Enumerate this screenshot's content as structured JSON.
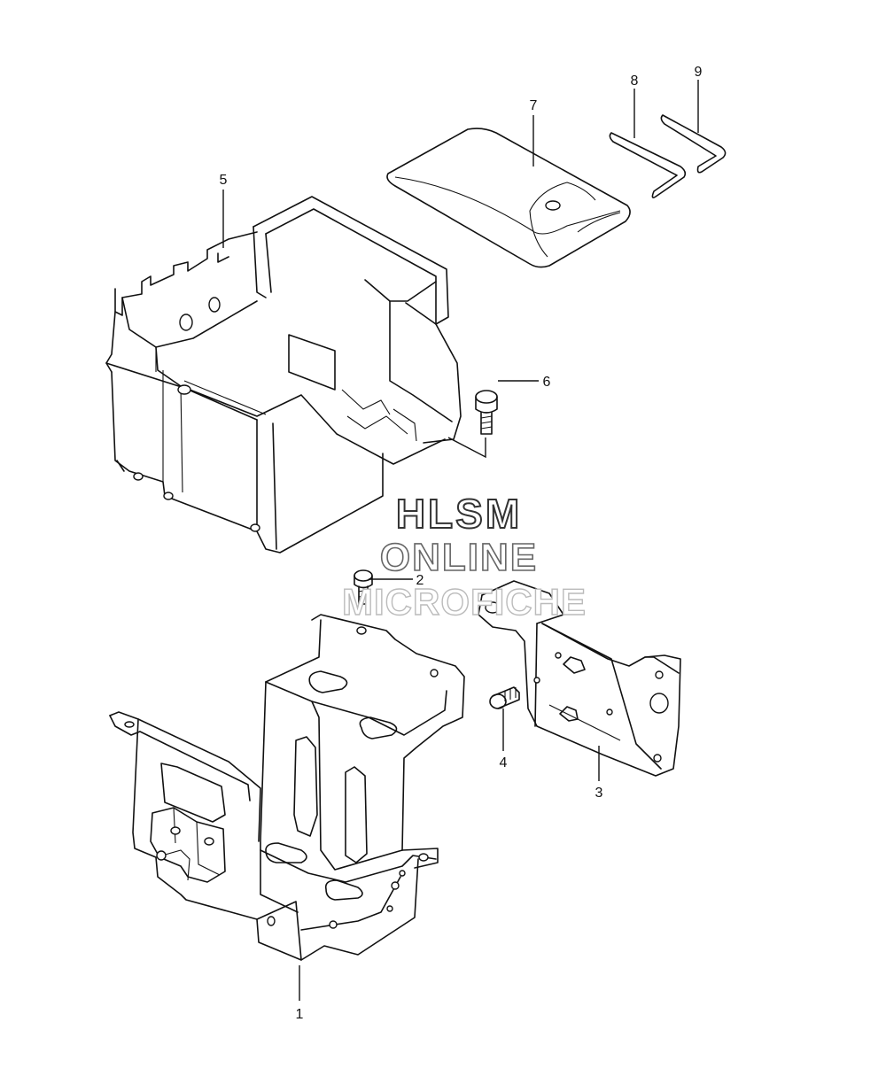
{
  "watermark": {
    "line1": "HLSM",
    "line2": "ONLINE",
    "line3": "MICROFICHE"
  },
  "callouts": {
    "p1": "1",
    "p2": "2",
    "p3": "3",
    "p4": "4",
    "p5": "5",
    "p6": "6",
    "p7": "7",
    "p8": "8",
    "p9": "9"
  },
  "colors": {
    "line": "#111111",
    "background": "#ffffff"
  }
}
